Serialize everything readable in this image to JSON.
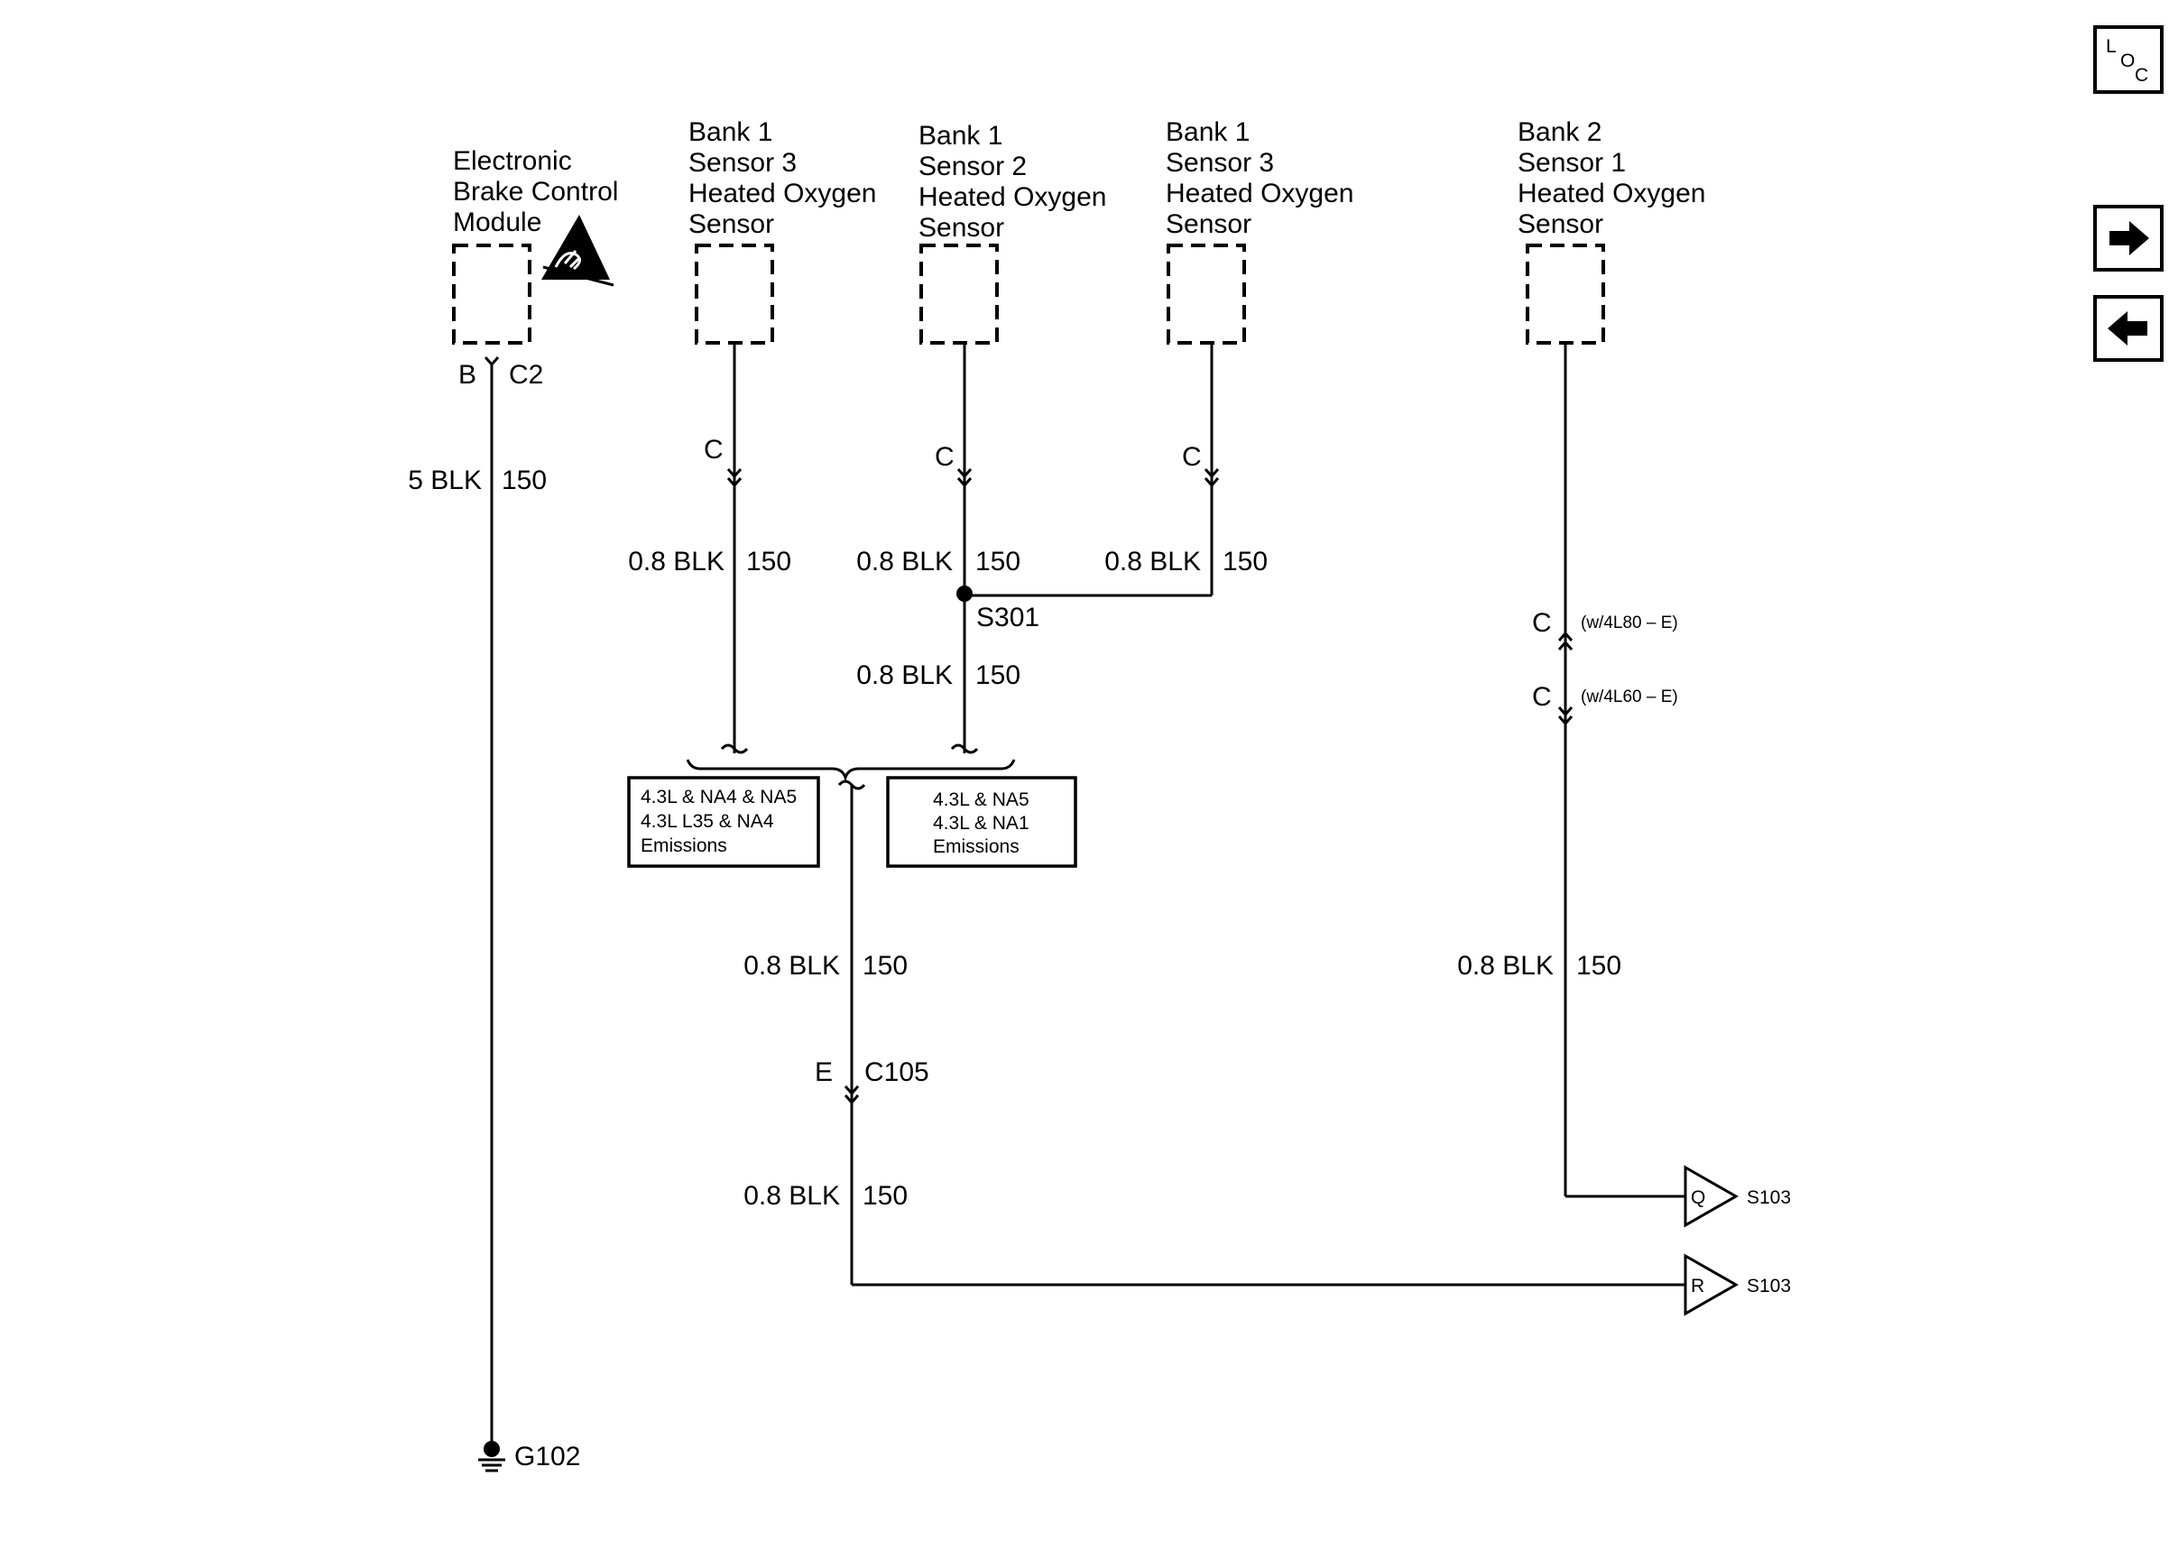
{
  "components": {
    "ebcm": {
      "lines": [
        "Electronic",
        "Brake Control",
        "Module"
      ],
      "pin": "B",
      "connector": "C2"
    },
    "b1s3_left": {
      "lines": [
        "Bank 1",
        "Sensor 3",
        "Heated Oxygen",
        "Sensor"
      ],
      "pin": "C"
    },
    "b1s2": {
      "lines": [
        "Bank 1",
        "Sensor 2",
        "Heated Oxygen",
        "Sensor"
      ],
      "pin": "C"
    },
    "b1s3_right": {
      "lines": [
        "Bank 1",
        "Sensor 3",
        "Heated Oxygen",
        "Sensor"
      ],
      "pin": "C"
    },
    "b2s1": {
      "lines": [
        "Bank 2",
        "Sensor 1",
        "Heated Oxygen",
        "Sensor"
      ]
    }
  },
  "wires": {
    "ebcm_ground": {
      "label": "5 BLK",
      "circuit": "150"
    },
    "b1s3_left": {
      "label": "0.8 BLK",
      "circuit": "150"
    },
    "b1s2_upper": {
      "label": "0.8 BLK",
      "circuit": "150"
    },
    "b1s3_right": {
      "label": "0.8 BLK",
      "circuit": "150"
    },
    "b1s2_lower": {
      "label": "0.8 BLK",
      "circuit": "150"
    },
    "to_c105": {
      "label": "0.8 BLK",
      "circuit": "150"
    },
    "c105_to_s103": {
      "label": "0.8 BLK",
      "circuit": "150"
    },
    "b2s1_lower": {
      "label": "0.8 BLK",
      "circuit": "150"
    }
  },
  "splice": "S301",
  "connector_c105": {
    "pin": "E",
    "name": "C105"
  },
  "b2s1_connectors": [
    {
      "pin": "C",
      "note": "(w/4L80 – E)"
    },
    {
      "pin": "C",
      "note": "(w/4L60 – E)"
    }
  ],
  "option_boxes": {
    "left": [
      "4.3L & NA4 & NA5",
      "4.3L L35 & NA4",
      "Emissions"
    ],
    "right": [
      "4.3L & NA5",
      "4.3L & NA1",
      "Emissions"
    ]
  },
  "references": [
    {
      "pin": "Q",
      "target": "S103"
    },
    {
      "pin": "R",
      "target": "S103"
    }
  ],
  "ground": "G102",
  "loc_icon": {
    "main": "L",
    "sub1": "O",
    "sub2": "C"
  },
  "icons": {
    "esd": "esd-warning-icon",
    "next": "arrow-right-icon",
    "prev": "arrow-left-icon",
    "location": "location-icon"
  }
}
